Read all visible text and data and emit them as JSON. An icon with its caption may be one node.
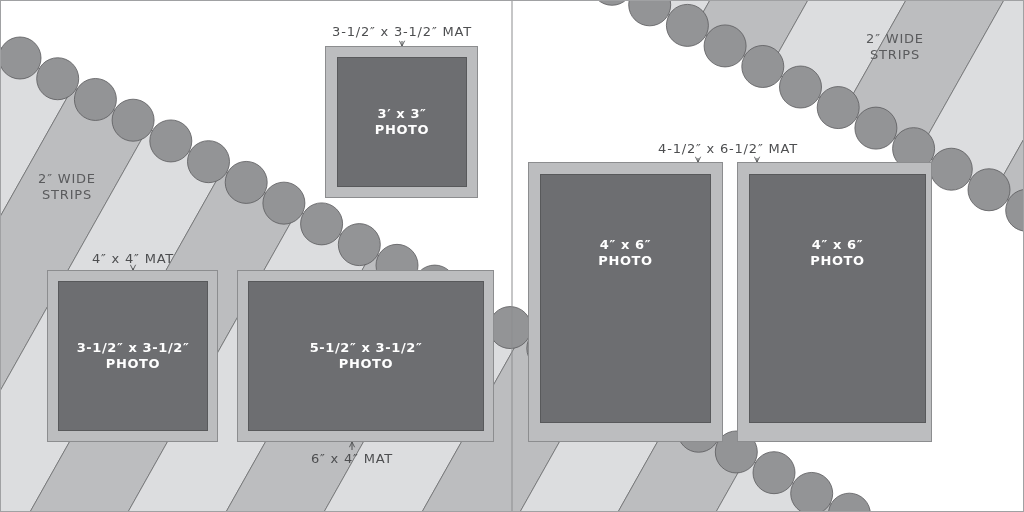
{
  "diagram": {
    "nodes": [
      {
        "text": [
          "3-1/2″ x 3-1/2″ MAT"
        ]
      },
      {
        "text": [],
        "shape": "box"
      },
      {
        "text": [
          "3′ x 3″",
          "PHOTO"
        ],
        "in": 1
      },
      {
        "text": [
          "4″ x 4″ MAT"
        ]
      },
      {
        "text": [],
        "shape": "box"
      },
      {
        "text": [
          "3-1/2″ x 3-1/2″",
          "PHOTO"
        ],
        "in": 4
      },
      {
        "text": [],
        "shape": "box"
      },
      {
        "text": [
          "5-1/2″ x 3-1/2″",
          "PHOTO"
        ],
        "in": 6
      },
      {
        "text": [
          "6″ x 4″ MAT"
        ]
      },
      {
        "text": [
          "4-1/2″ x 6-1/2″ MAT"
        ]
      },
      {
        "text": [],
        "shape": "box"
      },
      {
        "text": [
          "4″ x 6″",
          "PHOTO"
        ],
        "in": 10
      },
      {
        "text": [],
        "shape": "box"
      },
      {
        "text": [
          "4″ x 6″",
          "PHOTO"
        ],
        "in": 12
      }
    ],
    "edges": [
      {
        "from": 0,
        "to": 1,
        "arrow": "to"
      },
      {
        "from": 3,
        "to": 4,
        "arrow": "to"
      },
      {
        "from": 8,
        "to": 6,
        "arrow": "to"
      },
      {
        "from": 9,
        "to": 10,
        "arrow": "to"
      },
      {
        "from": 9,
        "to": 12,
        "arrow": "to"
      }
    ],
    "labels": [
      "2″ WIDE STRIPS",
      "2″ WIDE STRIPS"
    ]
  }
}
